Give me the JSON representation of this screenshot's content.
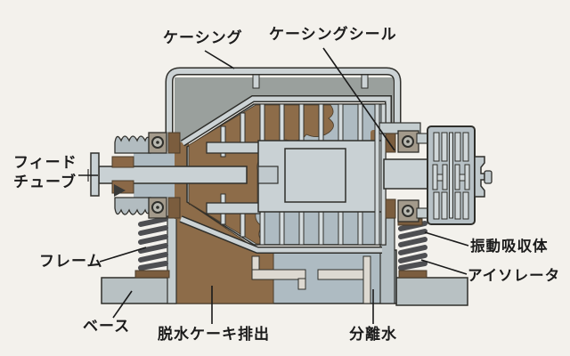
{
  "diagram": {
    "type": "centrifuge-cross-section",
    "labels": {
      "casing": "ケーシング",
      "casing_seal": "ケーシングシール",
      "feed_tube_line1": "フィード",
      "feed_tube_line2": "チューブ",
      "frame": "フレーム",
      "base": "ベース",
      "cake_discharge": "脱水ケーキ排出",
      "separated_water": "分離水",
      "vibration_absorber": "振動吸収体",
      "isolator": "アイソレータ"
    },
    "colors": {
      "background": "#f3f1ec",
      "casing_fill": "#9aa09d",
      "metal_light": "#c9d1d4",
      "wall_band": "#ccd3d5",
      "liquid_blue_gray": "#aebbc2",
      "cake_brown": "#8d6c49",
      "seal_brown": "#7b5d3e",
      "outline": "#2f2f2b",
      "spring": "#4e4f52",
      "label_text": "#1b1b1b"
    }
  }
}
